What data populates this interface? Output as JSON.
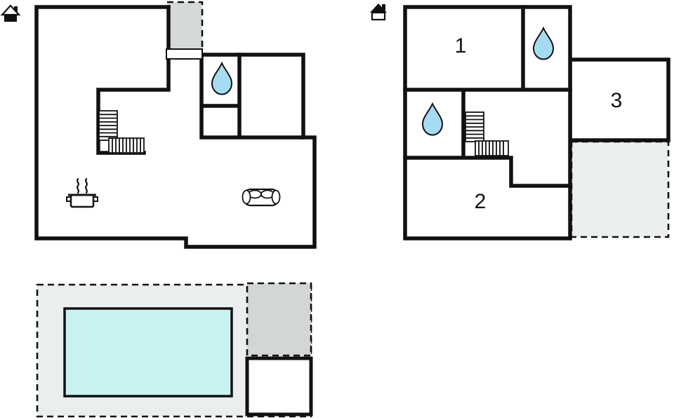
{
  "ground_floor": {
    "level_indicator_icon": "house-ground-floor-icon",
    "feature_icons": [
      "entrance-porch",
      "entrance-door",
      "staircase",
      "water-drop-icon",
      "stove-icon",
      "sofa-icon"
    ]
  },
  "first_floor": {
    "level_indicator_icon": "house-upper-floor-icon",
    "rooms": [
      {
        "label": "1"
      },
      {
        "label": "2"
      },
      {
        "label": "3"
      }
    ],
    "feature_icons": [
      "water-drop-icon",
      "water-drop-icon",
      "staircase",
      "terrace"
    ]
  },
  "outdoor_area": {
    "feature_icons": [
      "pool-deck",
      "swimming-pool",
      "outbuilding",
      "pool-house"
    ]
  },
  "colors": {
    "wall": "#111111",
    "water_drop": "#a5dcf3",
    "pool_water": "#c9f2f2",
    "deck_grey": "#eaeeee",
    "porch_grey": "#d6d9d9",
    "outbuilding_grey": "#d2d6d6"
  }
}
